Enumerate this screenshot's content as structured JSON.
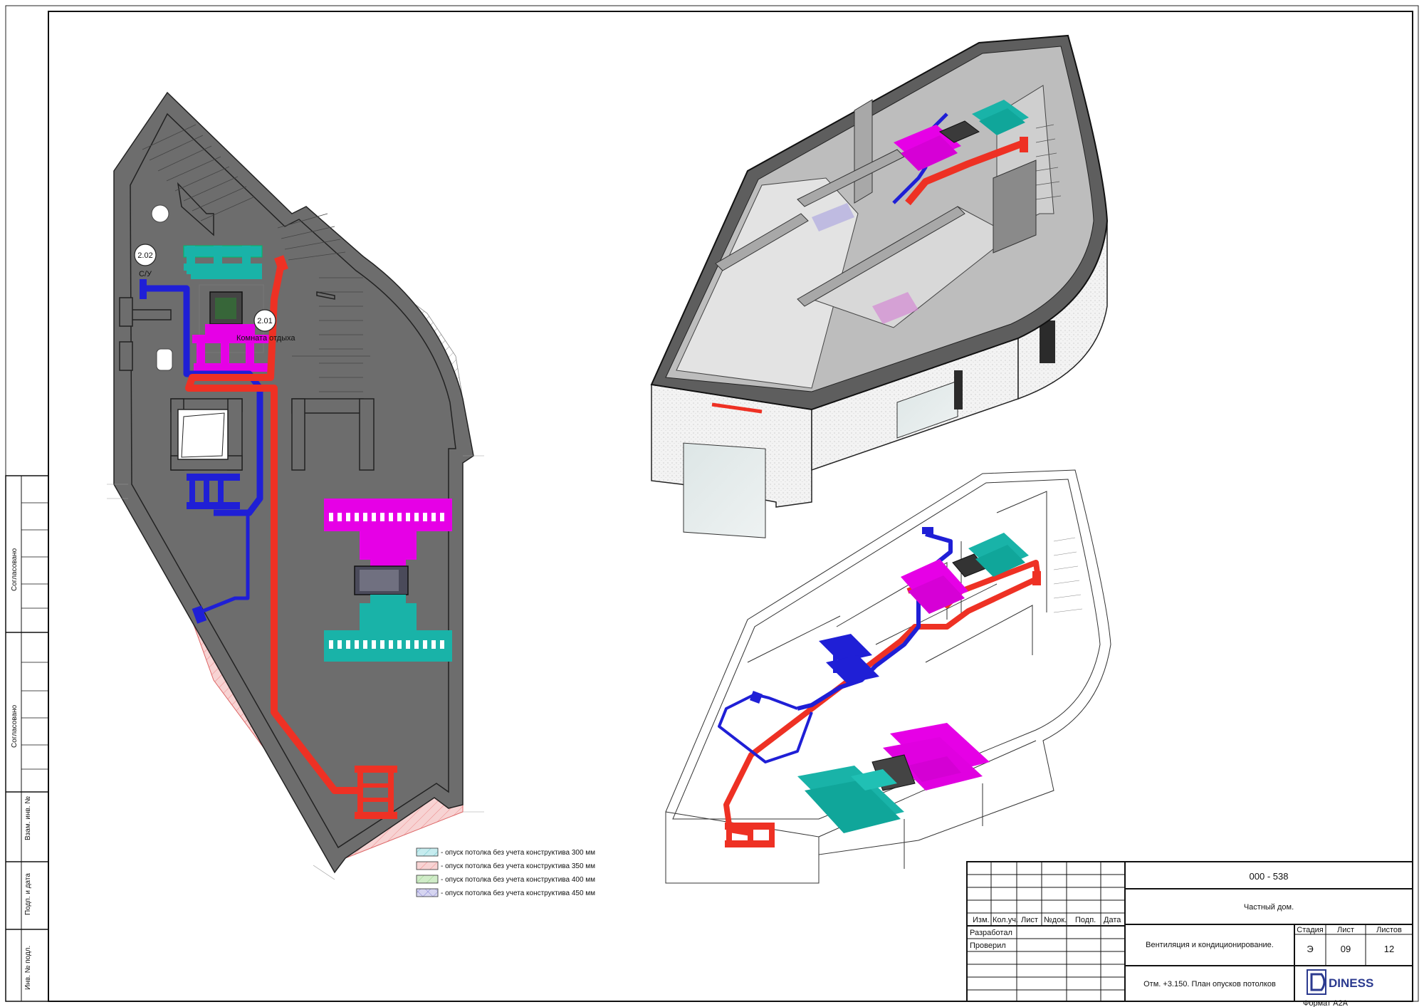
{
  "plan": {
    "room_2_02_number": "2.02",
    "room_2_02_name": "С/У",
    "room_2_01_number": "2.01",
    "room_2_01_name": "Комната отдыха"
  },
  "legend": {
    "items": [
      {
        "color": "#c8ecef",
        "text": "- опуск потолка без учета конструктива 300 мм"
      },
      {
        "color": "#f7cfcf",
        "text": "- опуск потолка без учета конструктива 350 мм"
      },
      {
        "color": "#cdebc4",
        "text": "- опуск потолка без учета конструктива 400 мм"
      },
      {
        "color": "#d4d3ef",
        "text": "- опуск потолка без учета конструктива 450 мм"
      }
    ]
  },
  "side_stamp": {
    "labels": [
      "Согласовано",
      "Согласовано",
      "Взам. инв. №",
      "Подп. и дата",
      "Инв. № подл."
    ]
  },
  "title_block": {
    "doc_code": "000 - 538",
    "object": "Частный дом.",
    "section": "Вентиляция и кондиционирование.",
    "sheet_title": "Отм. +3.150. План опусков потолков",
    "col_headers": [
      "Изм.",
      "Кол.уч.",
      "Лист",
      "№док.",
      "Подп.",
      "Дата"
    ],
    "role_designed": "Разработал",
    "role_checked": "Проверил",
    "stage_label": "Стадия",
    "sheet_label": "Лист",
    "sheets_label": "Листов",
    "stage_value": "Э",
    "sheet_value": "09",
    "sheets_value": "12",
    "company": "DINESS",
    "format": "Формат А2А"
  },
  "colors": {
    "supply": "#ee3124",
    "exhaust": "#1f1fd6",
    "unit": "#e600e6",
    "intake": "#19b3a8",
    "wall": "#6d6d6d"
  }
}
